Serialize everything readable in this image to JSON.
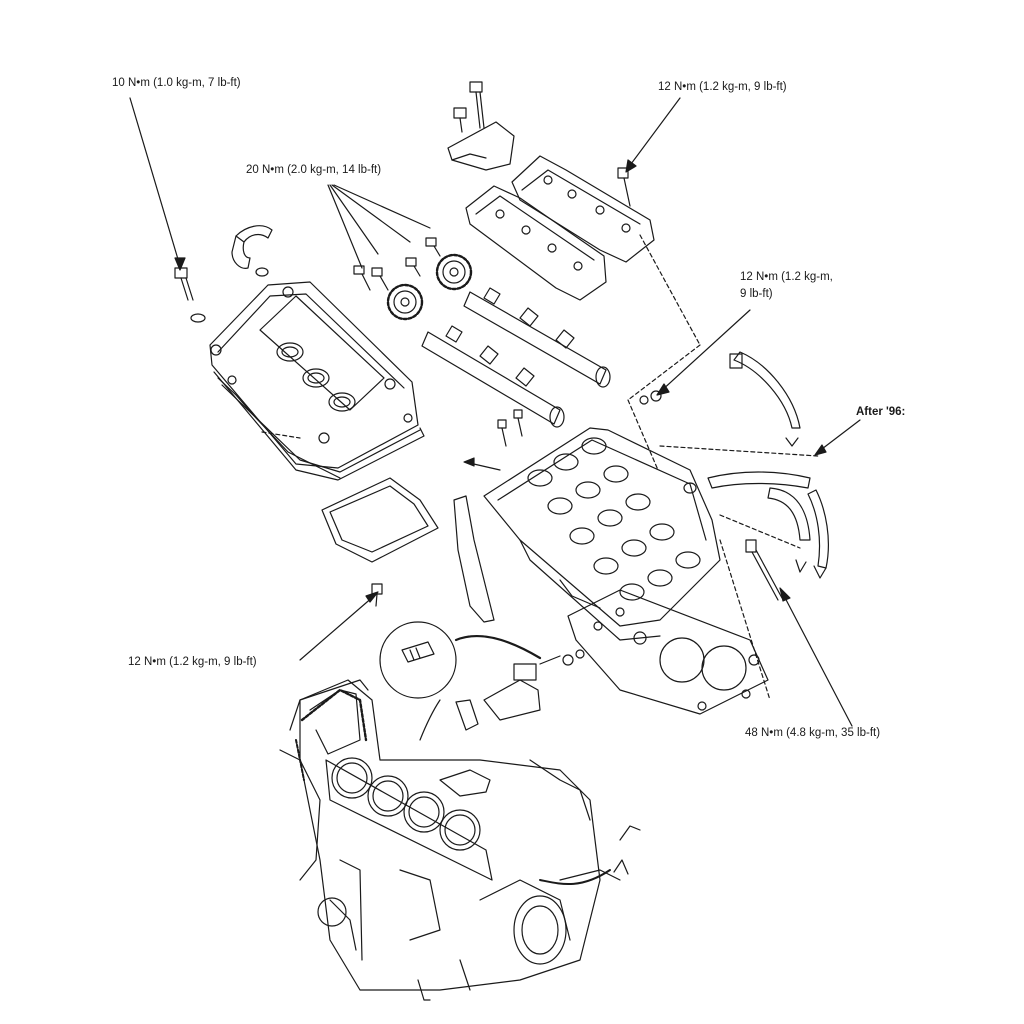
{
  "labels": {
    "torque_cover_bolt": "10 N•m (1.0 kg-m, 7 lb-ft)",
    "torque_sprocket_bolts": "20 N•m (2.0 kg-m, 14 lb-ft)",
    "torque_cam_holder_bolt": "12 N•m (1.2 kg-m, 9 lb-ft)",
    "torque_head_small_bolt_line1": "12 N•m (1.2 kg-m,",
    "torque_head_small_bolt_line2": "9 lb-ft)",
    "after_96": "After '96:",
    "torque_lower_bolt": "12 N•m (1.2 kg-m, 9 lb-ft)",
    "torque_head_bolt": "48 N•m (4.8 kg-m, 35 lb-ft)"
  },
  "colors": {
    "line": "#1a1a1a",
    "background": "#ffffff"
  }
}
